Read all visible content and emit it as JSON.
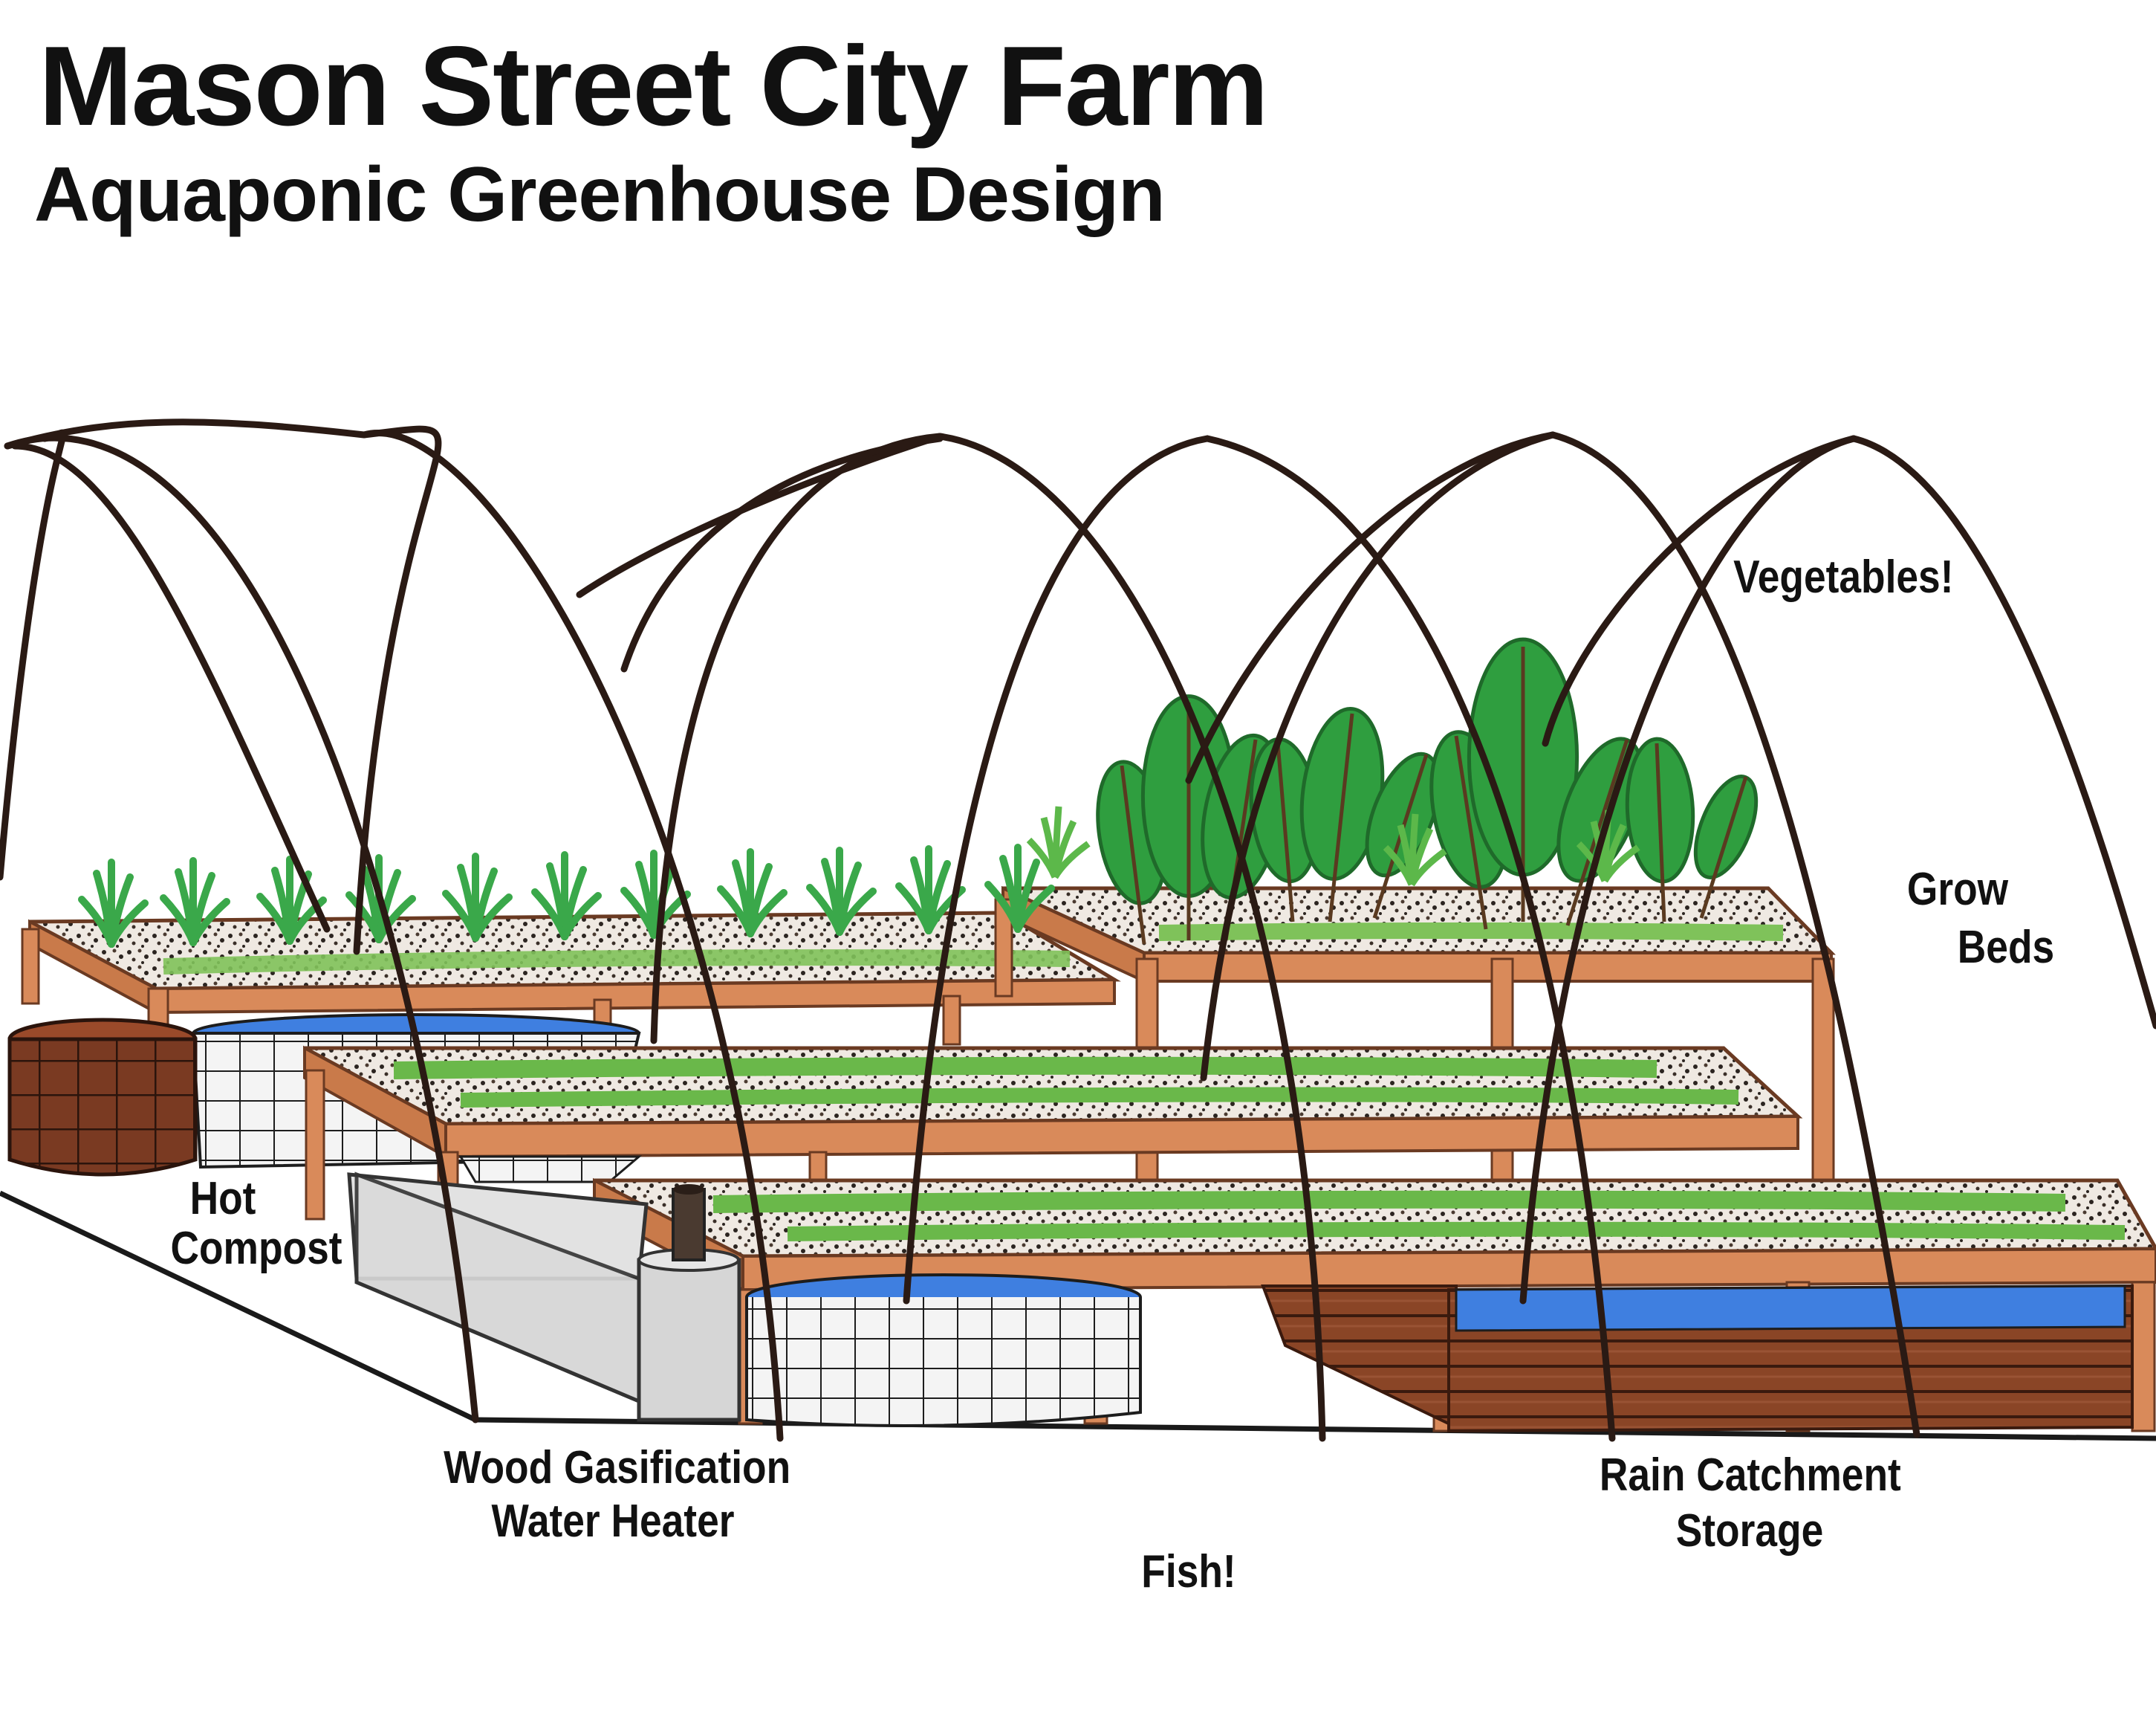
{
  "header": {
    "title": "Mason Street City Farm",
    "subtitle": "Aquaponic Greenhouse Design"
  },
  "labels": {
    "vegetables": "Vegetables!",
    "grow_beds_1": "Grow",
    "grow_beds_2": "Beds",
    "hot_compost_1": "Hot",
    "hot_compost_2": "Compost",
    "wood_gas_1": "Wood Gasification",
    "wood_gas_2": "Water Heater",
    "fish": "Fish!",
    "rain_1": "Rain Catchment",
    "rain_2": "Storage"
  },
  "colors": {
    "wood": "#d98a5a",
    "wood_dark": "#7a3a1c",
    "water": "#3f7fe0",
    "plant": "#3aa84a",
    "leaf": "#2f9e3f",
    "gravel": "#d8cfc4",
    "frame": "#2a1a14",
    "mesh": "#222222"
  }
}
